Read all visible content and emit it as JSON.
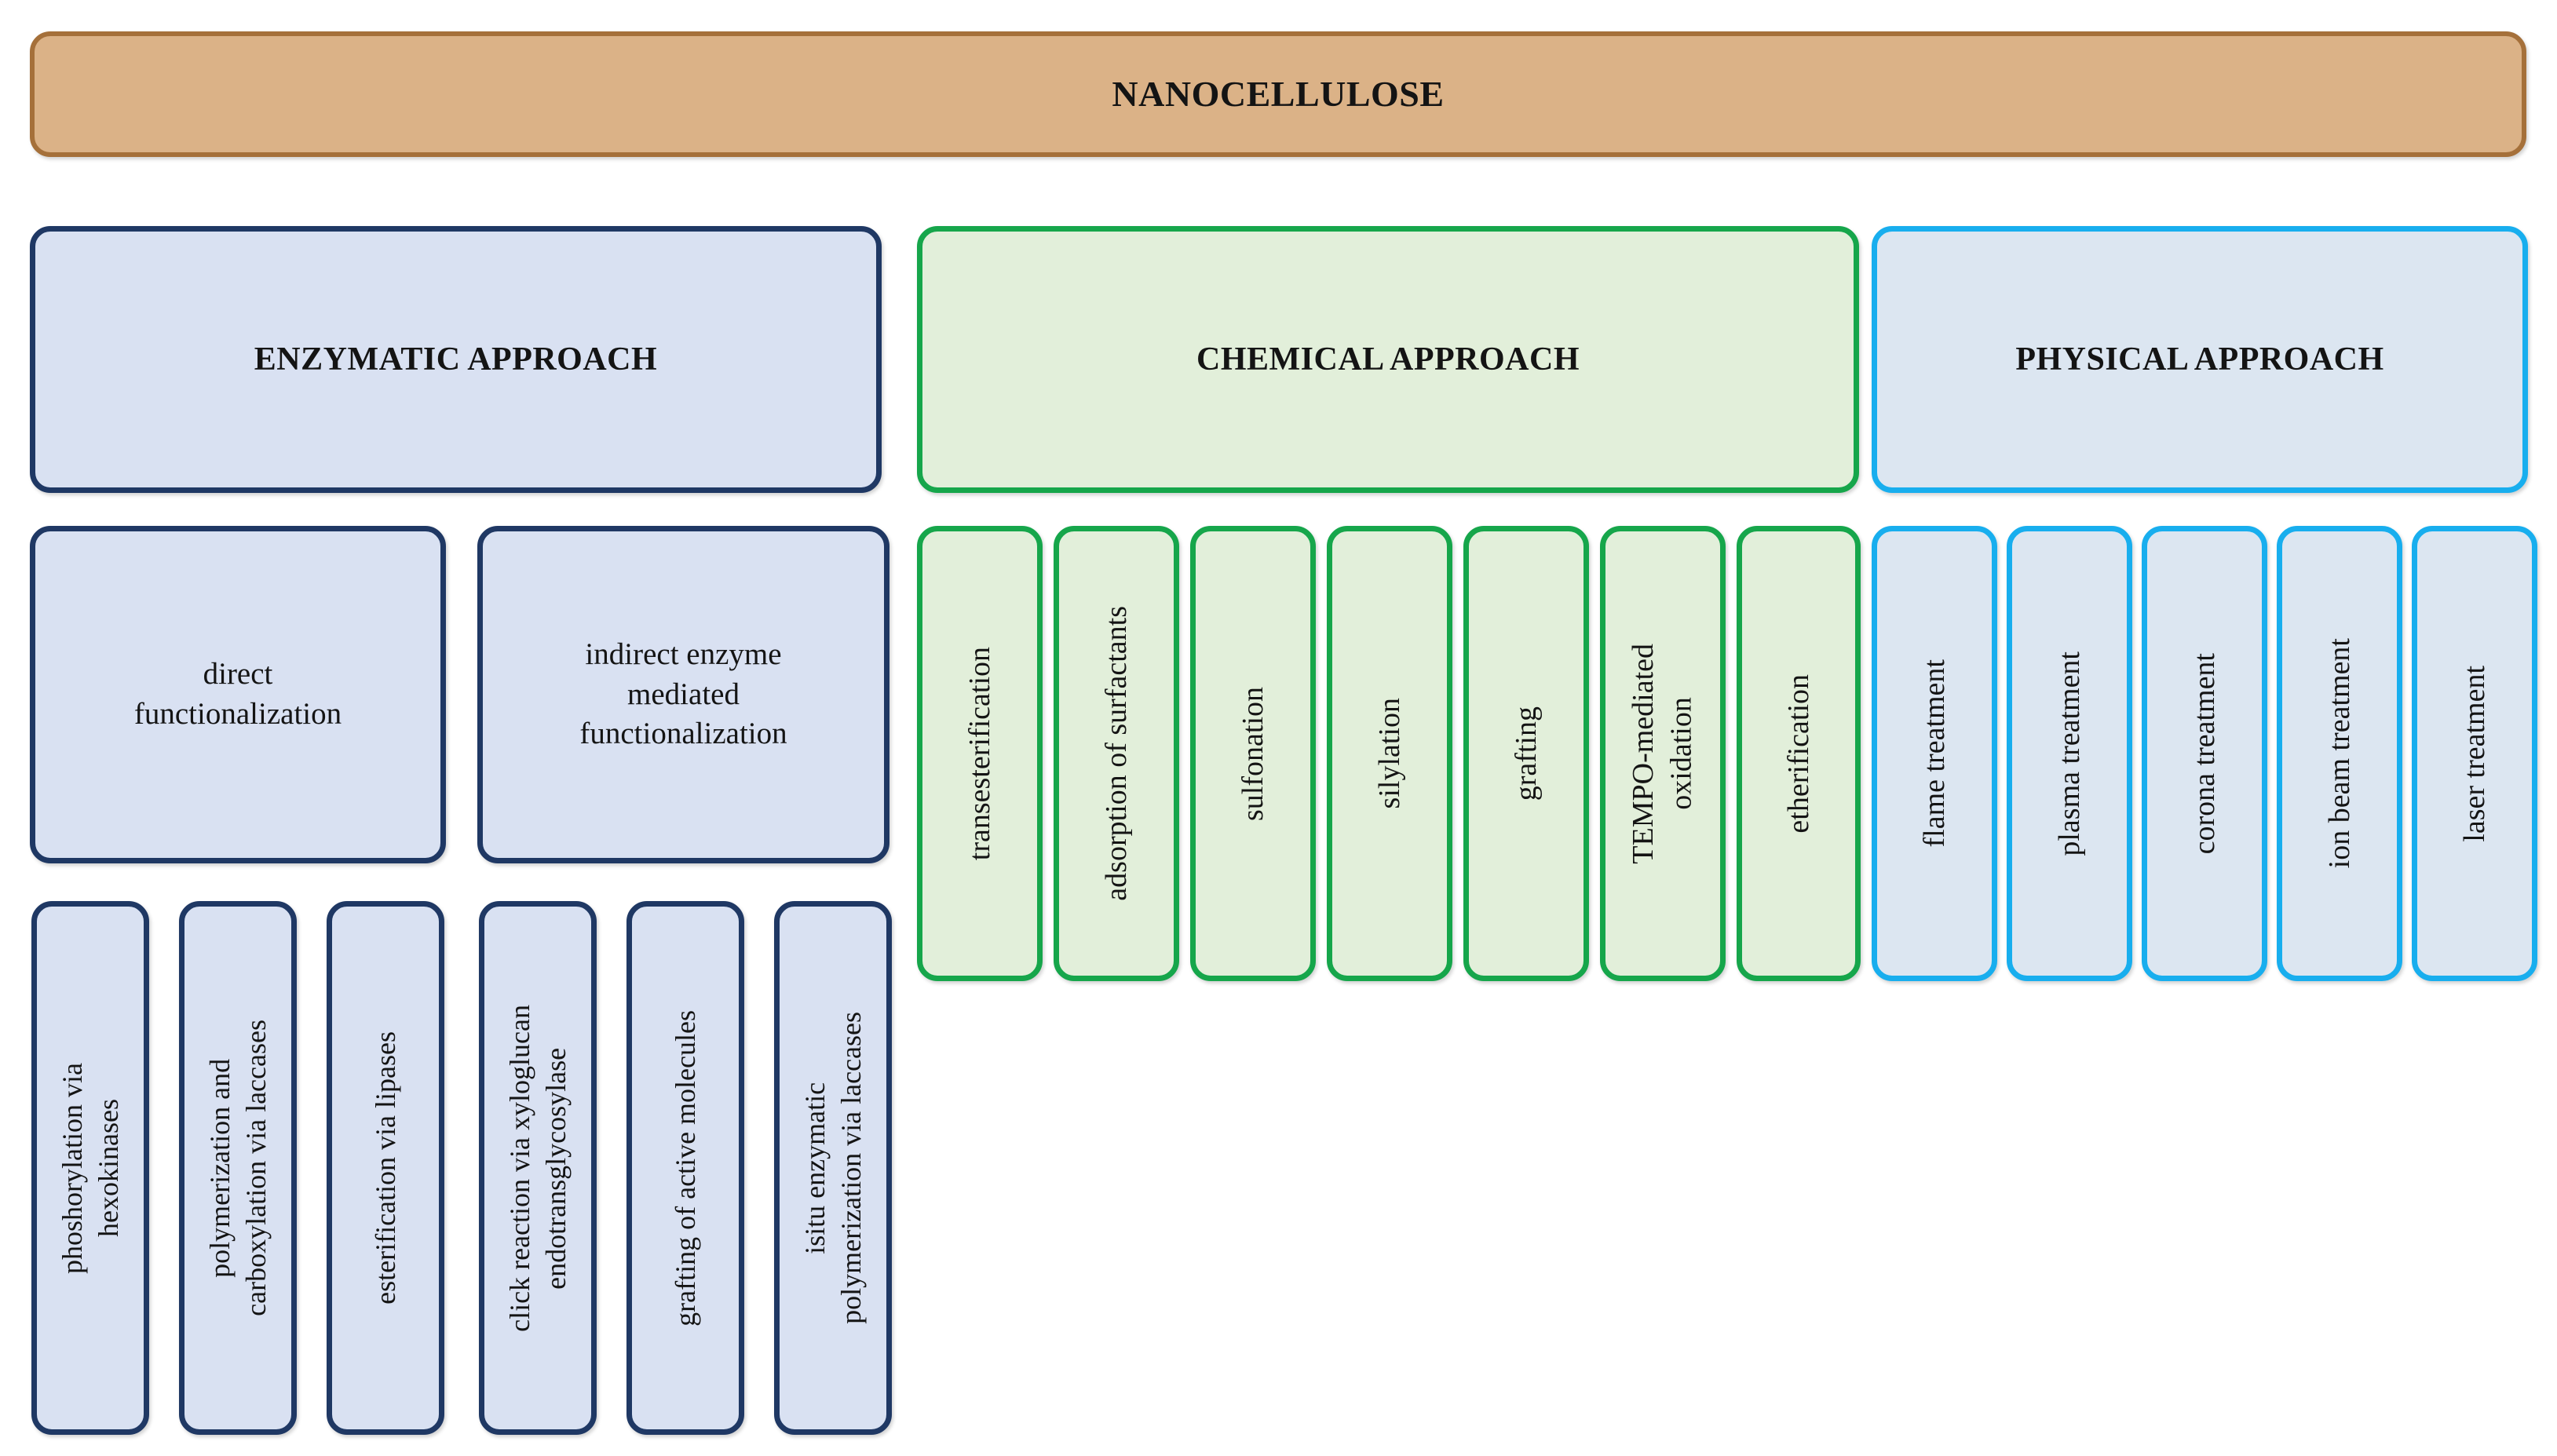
{
  "diagram": {
    "root": {
      "label": "NANOCELLULOSE",
      "color": "#DBB287",
      "border": "#A5703A"
    },
    "branches": [
      {
        "id": "enzymatic",
        "label": "ENZYMATIC APPROACH",
        "color": "#D9E1F2",
        "border": "#1F3864",
        "subgroups": [
          {
            "label": "direct\nfunctionalization",
            "items": [
              "phoshorylation via\nhexokinases",
              "polymerization and\ncarboxylation via laccases",
              "esterification via lipases"
            ]
          },
          {
            "label": "indirect enzyme\nmediated\nfunctionalization",
            "items": [
              "click reaction via xyloglucan\nendotransglycosylase",
              "grafting of active molecules",
              "isitu enzymatic\npolymerization via laccases"
            ]
          }
        ]
      },
      {
        "id": "chemical",
        "label": "CHEMICAL APPROACH",
        "color": "#E2EFDA",
        "border": "#16A64B",
        "items": [
          "transesterification",
          "adsorption of surfactants",
          "sulfonation",
          "silylation",
          "grafting",
          "TEMPO-mediated\noxidation",
          "etherification"
        ]
      },
      {
        "id": "physical",
        "label": "PHYSICAL APPROACH",
        "color": "#DCE6F1",
        "border": "#18AEEE",
        "items": [
          "flame treatment",
          "plasma treatment",
          "corona treatment",
          "ion beam treatment",
          "laser treatment"
        ]
      }
    ]
  }
}
